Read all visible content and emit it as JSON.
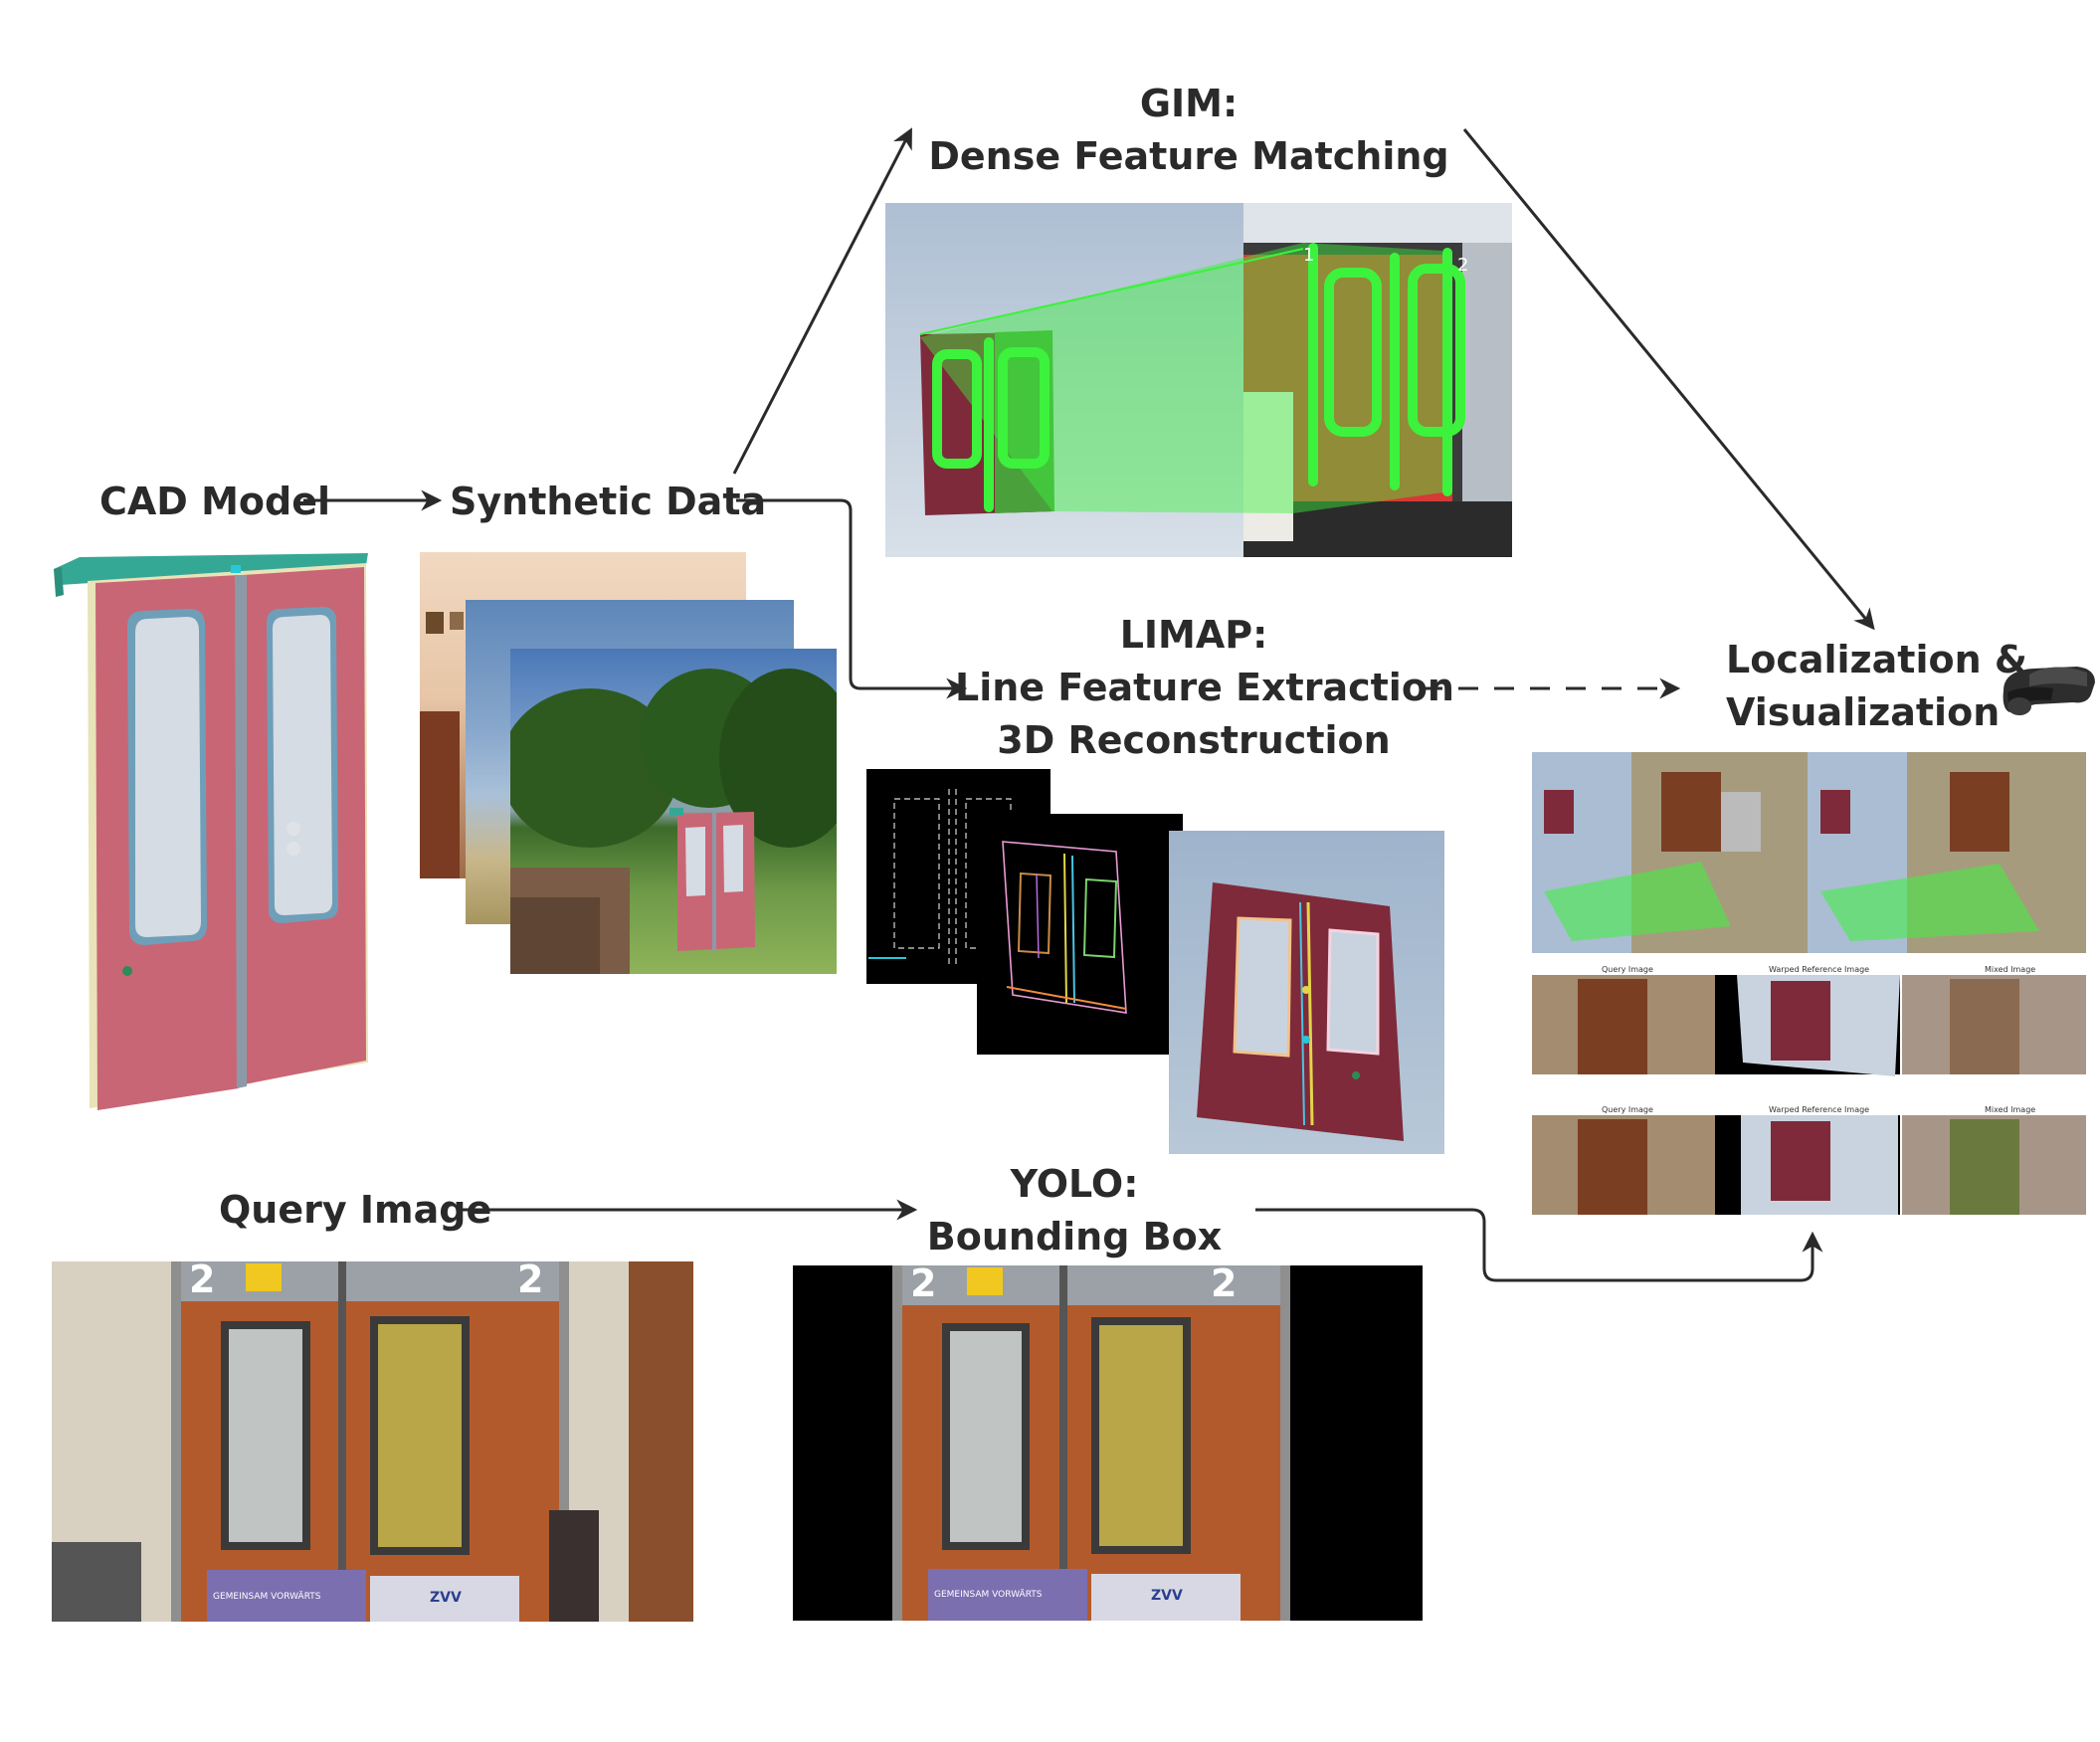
{
  "nodes": {
    "cad_model": "CAD Model",
    "synthetic_data": "Synthetic Data",
    "gim": {
      "line1": "GIM:",
      "line2": "Dense Feature Matching"
    },
    "limap": {
      "line1": "LIMAP:",
      "line2": "Line Feature Extraction",
      "line3": "3D Reconstruction"
    },
    "localization": {
      "line1": "Localization &",
      "line2": "Visualization"
    },
    "query_image": "Query Image",
    "yolo": {
      "line1": "YOLO:",
      "line2": "Bounding Box"
    }
  },
  "door_signage": {
    "car_number": "2",
    "banner_left": "GEMEINSAM VORWÄRTS",
    "banner_right": "ZVV"
  },
  "result_captions": {
    "query": "Query Image",
    "warped": "Warped Reference Image",
    "mixed": "Mixed Image"
  },
  "icons": [
    "headset-icon"
  ],
  "colors": {
    "door_red": "#c86676",
    "match_green": "#3cf23c",
    "arrow": "#2a2a2a",
    "sky_blue": "#a9bcd3"
  }
}
